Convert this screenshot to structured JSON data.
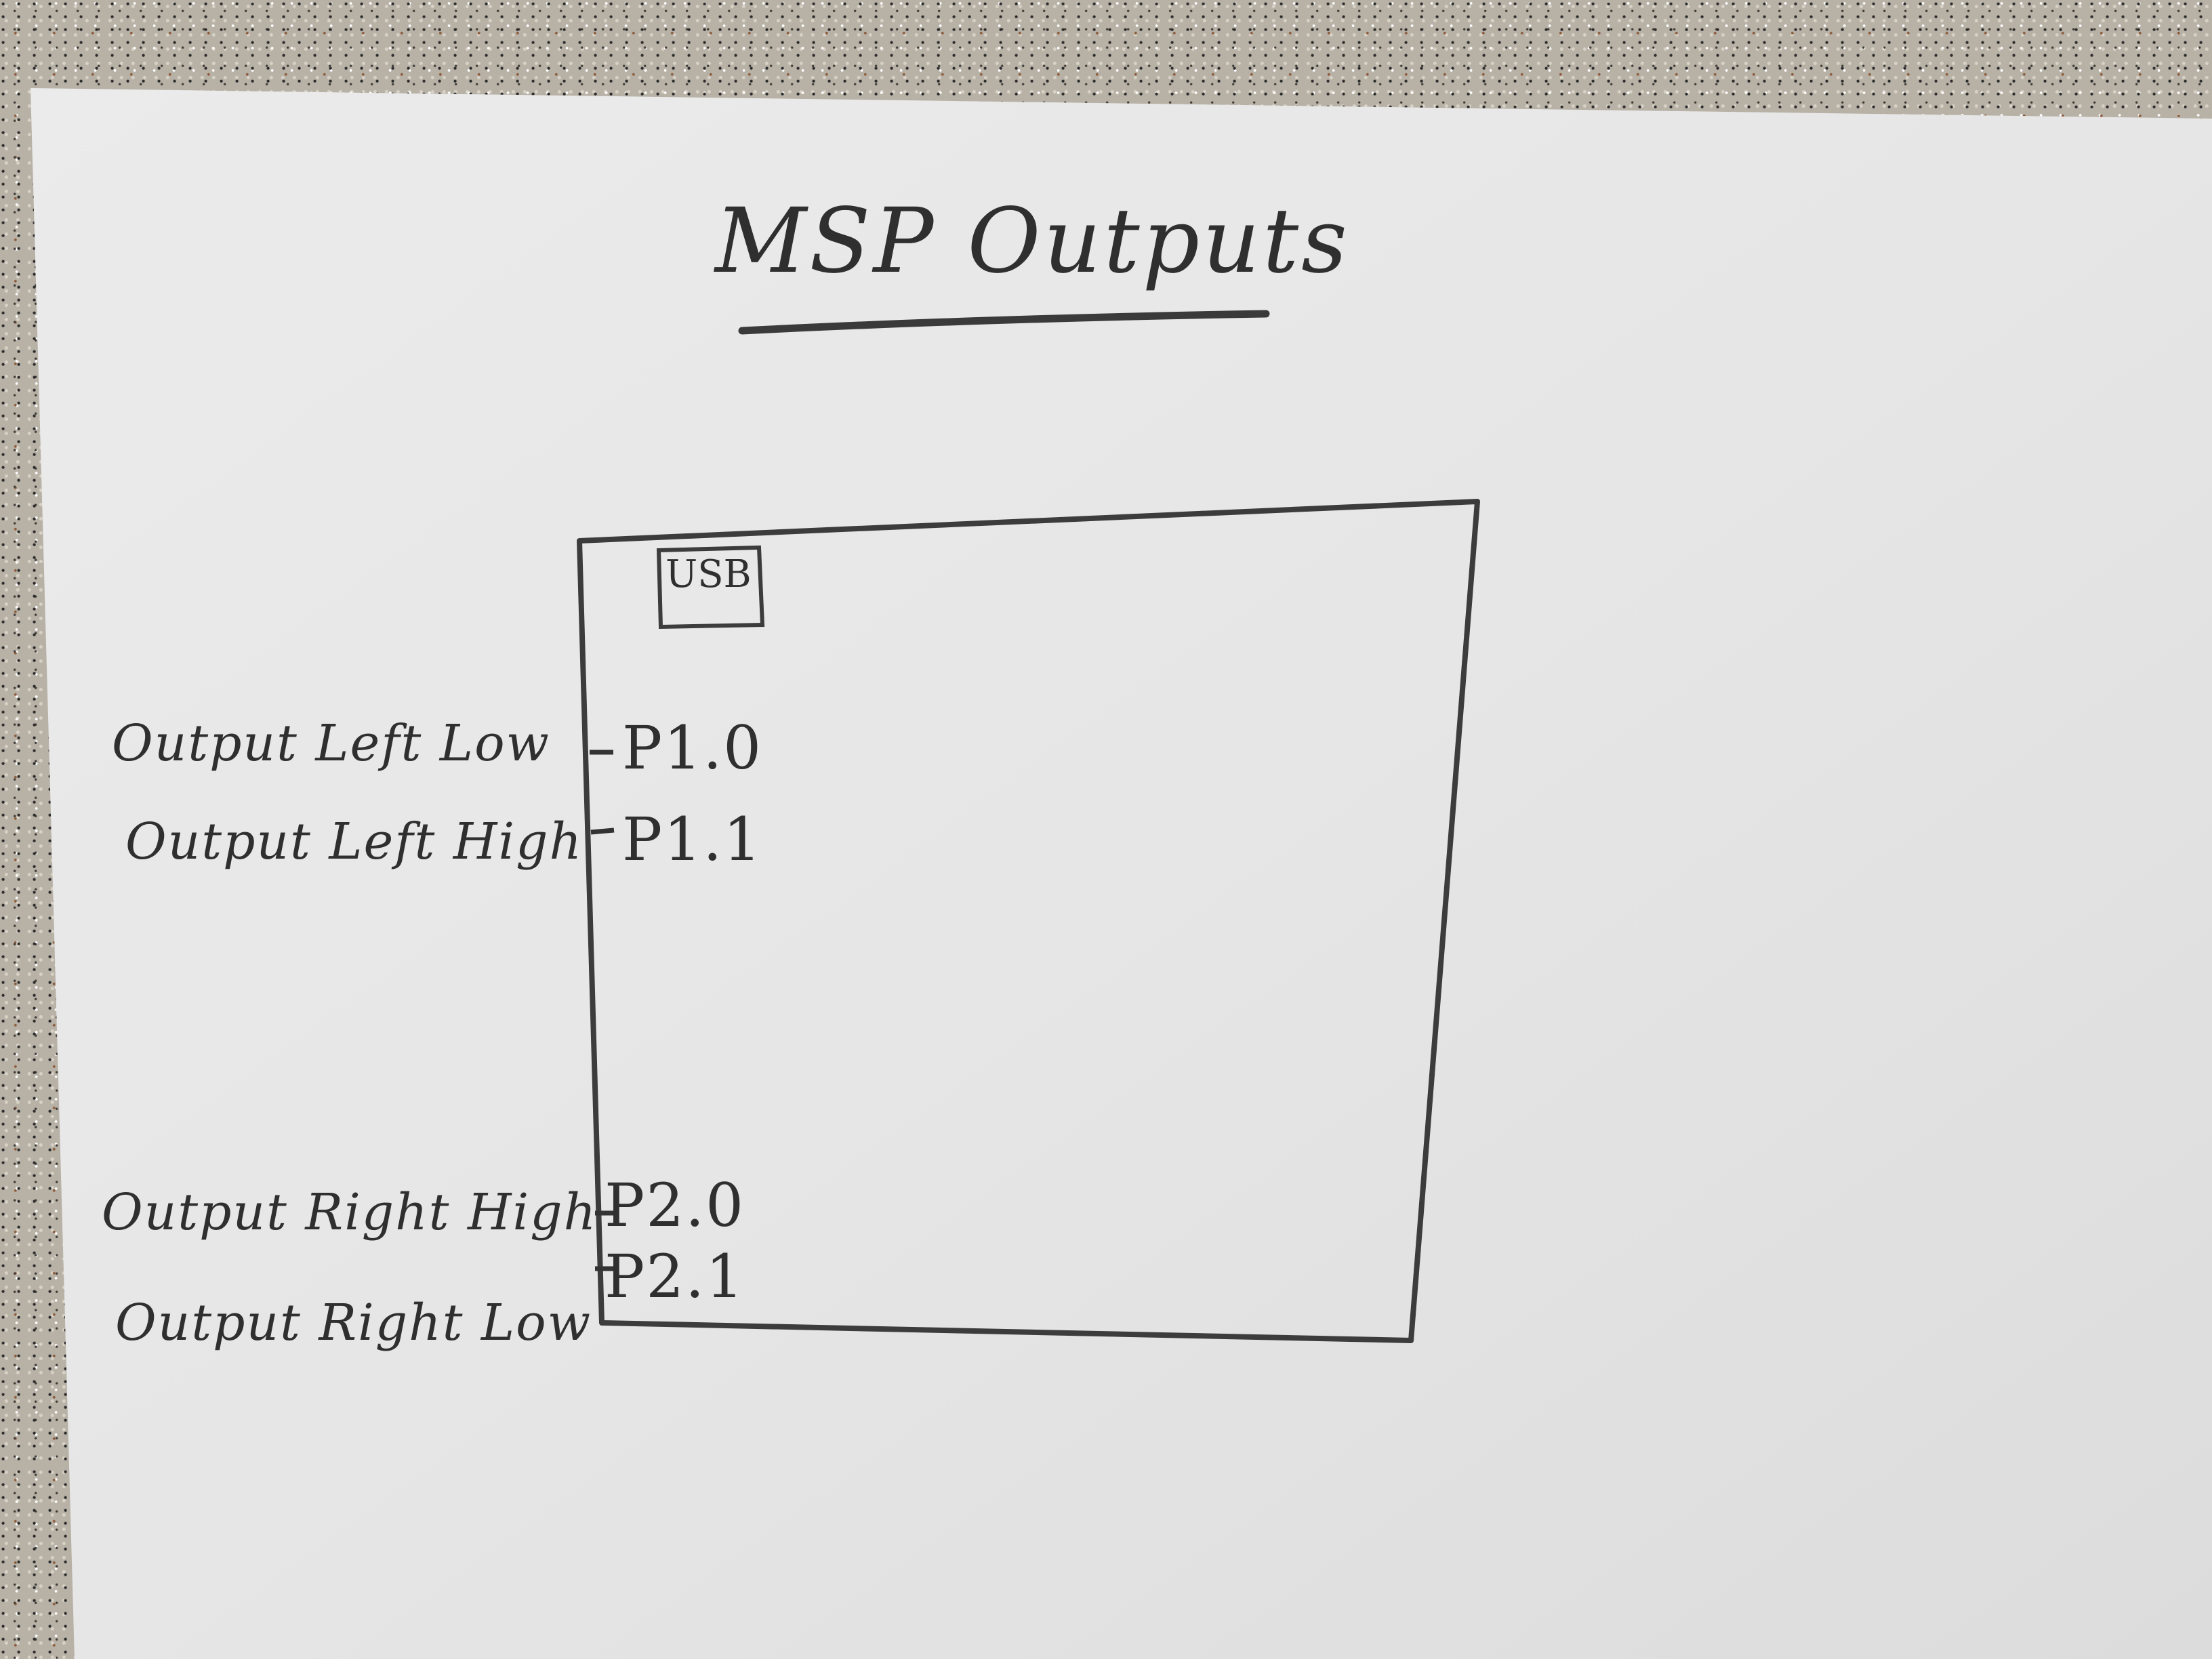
{
  "title": "MSP Outputs",
  "board": {
    "usb_label": "USB",
    "pins": [
      {
        "pin": "P1.0",
        "label": "Output Left Low"
      },
      {
        "pin": "P1.1",
        "label": "Output Left High"
      },
      {
        "pin": "P2.0",
        "label": "Output Right High"
      },
      {
        "pin": "P2.1",
        "label": "Output Right Low"
      }
    ]
  },
  "colors": {
    "paper": "#ececec",
    "pencil": "#2f2f2f",
    "countertop": "#b7b1a6"
  }
}
